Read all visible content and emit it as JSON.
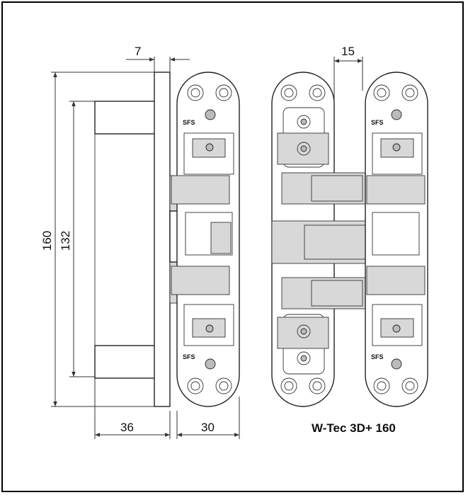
{
  "product_title": "W-Tec 3D+ 160",
  "dimensions": {
    "top_gap": "7",
    "offset": "15",
    "total_height": "160",
    "inner_height": "132",
    "depth_left": "36",
    "depth_right": "30"
  },
  "logo_text": "SFS"
}
